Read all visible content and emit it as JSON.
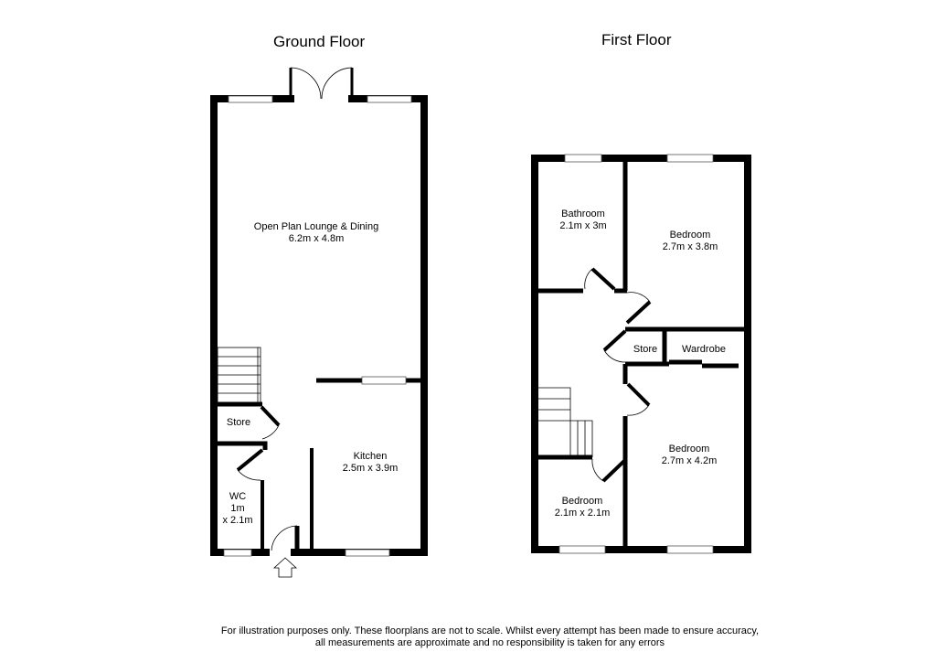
{
  "ground_floor": {
    "title": "Ground Floor",
    "rooms": [
      {
        "name": "Open Plan Lounge & Dining",
        "size": "6.2m x 4.8m"
      },
      {
        "name": "Store"
      },
      {
        "name": "Kitchen",
        "size": "2.5m x 3.9m"
      },
      {
        "name": "WC",
        "size_line1": "1m",
        "size_line2": "x 2.1m"
      }
    ]
  },
  "first_floor": {
    "title": "First Floor",
    "rooms": [
      {
        "name": "Bathroom",
        "size": "2.1m x 3m"
      },
      {
        "name": "Bedroom",
        "size": "2.7m x 3.8m"
      },
      {
        "name": "Store"
      },
      {
        "name": "Wardrobe"
      },
      {
        "name": "Bedroom",
        "size": "2.7m x 4.2m"
      },
      {
        "name": "Bedroom",
        "size": "2.1m x 2.1m"
      }
    ]
  },
  "disclaimer": {
    "line1": "For illustration purposes only. These floorplans are not to scale. Whilst every attempt has been made to ensure accuracy,",
    "line2": "all measurements are approximate and no responsibility is taken for any errors"
  }
}
